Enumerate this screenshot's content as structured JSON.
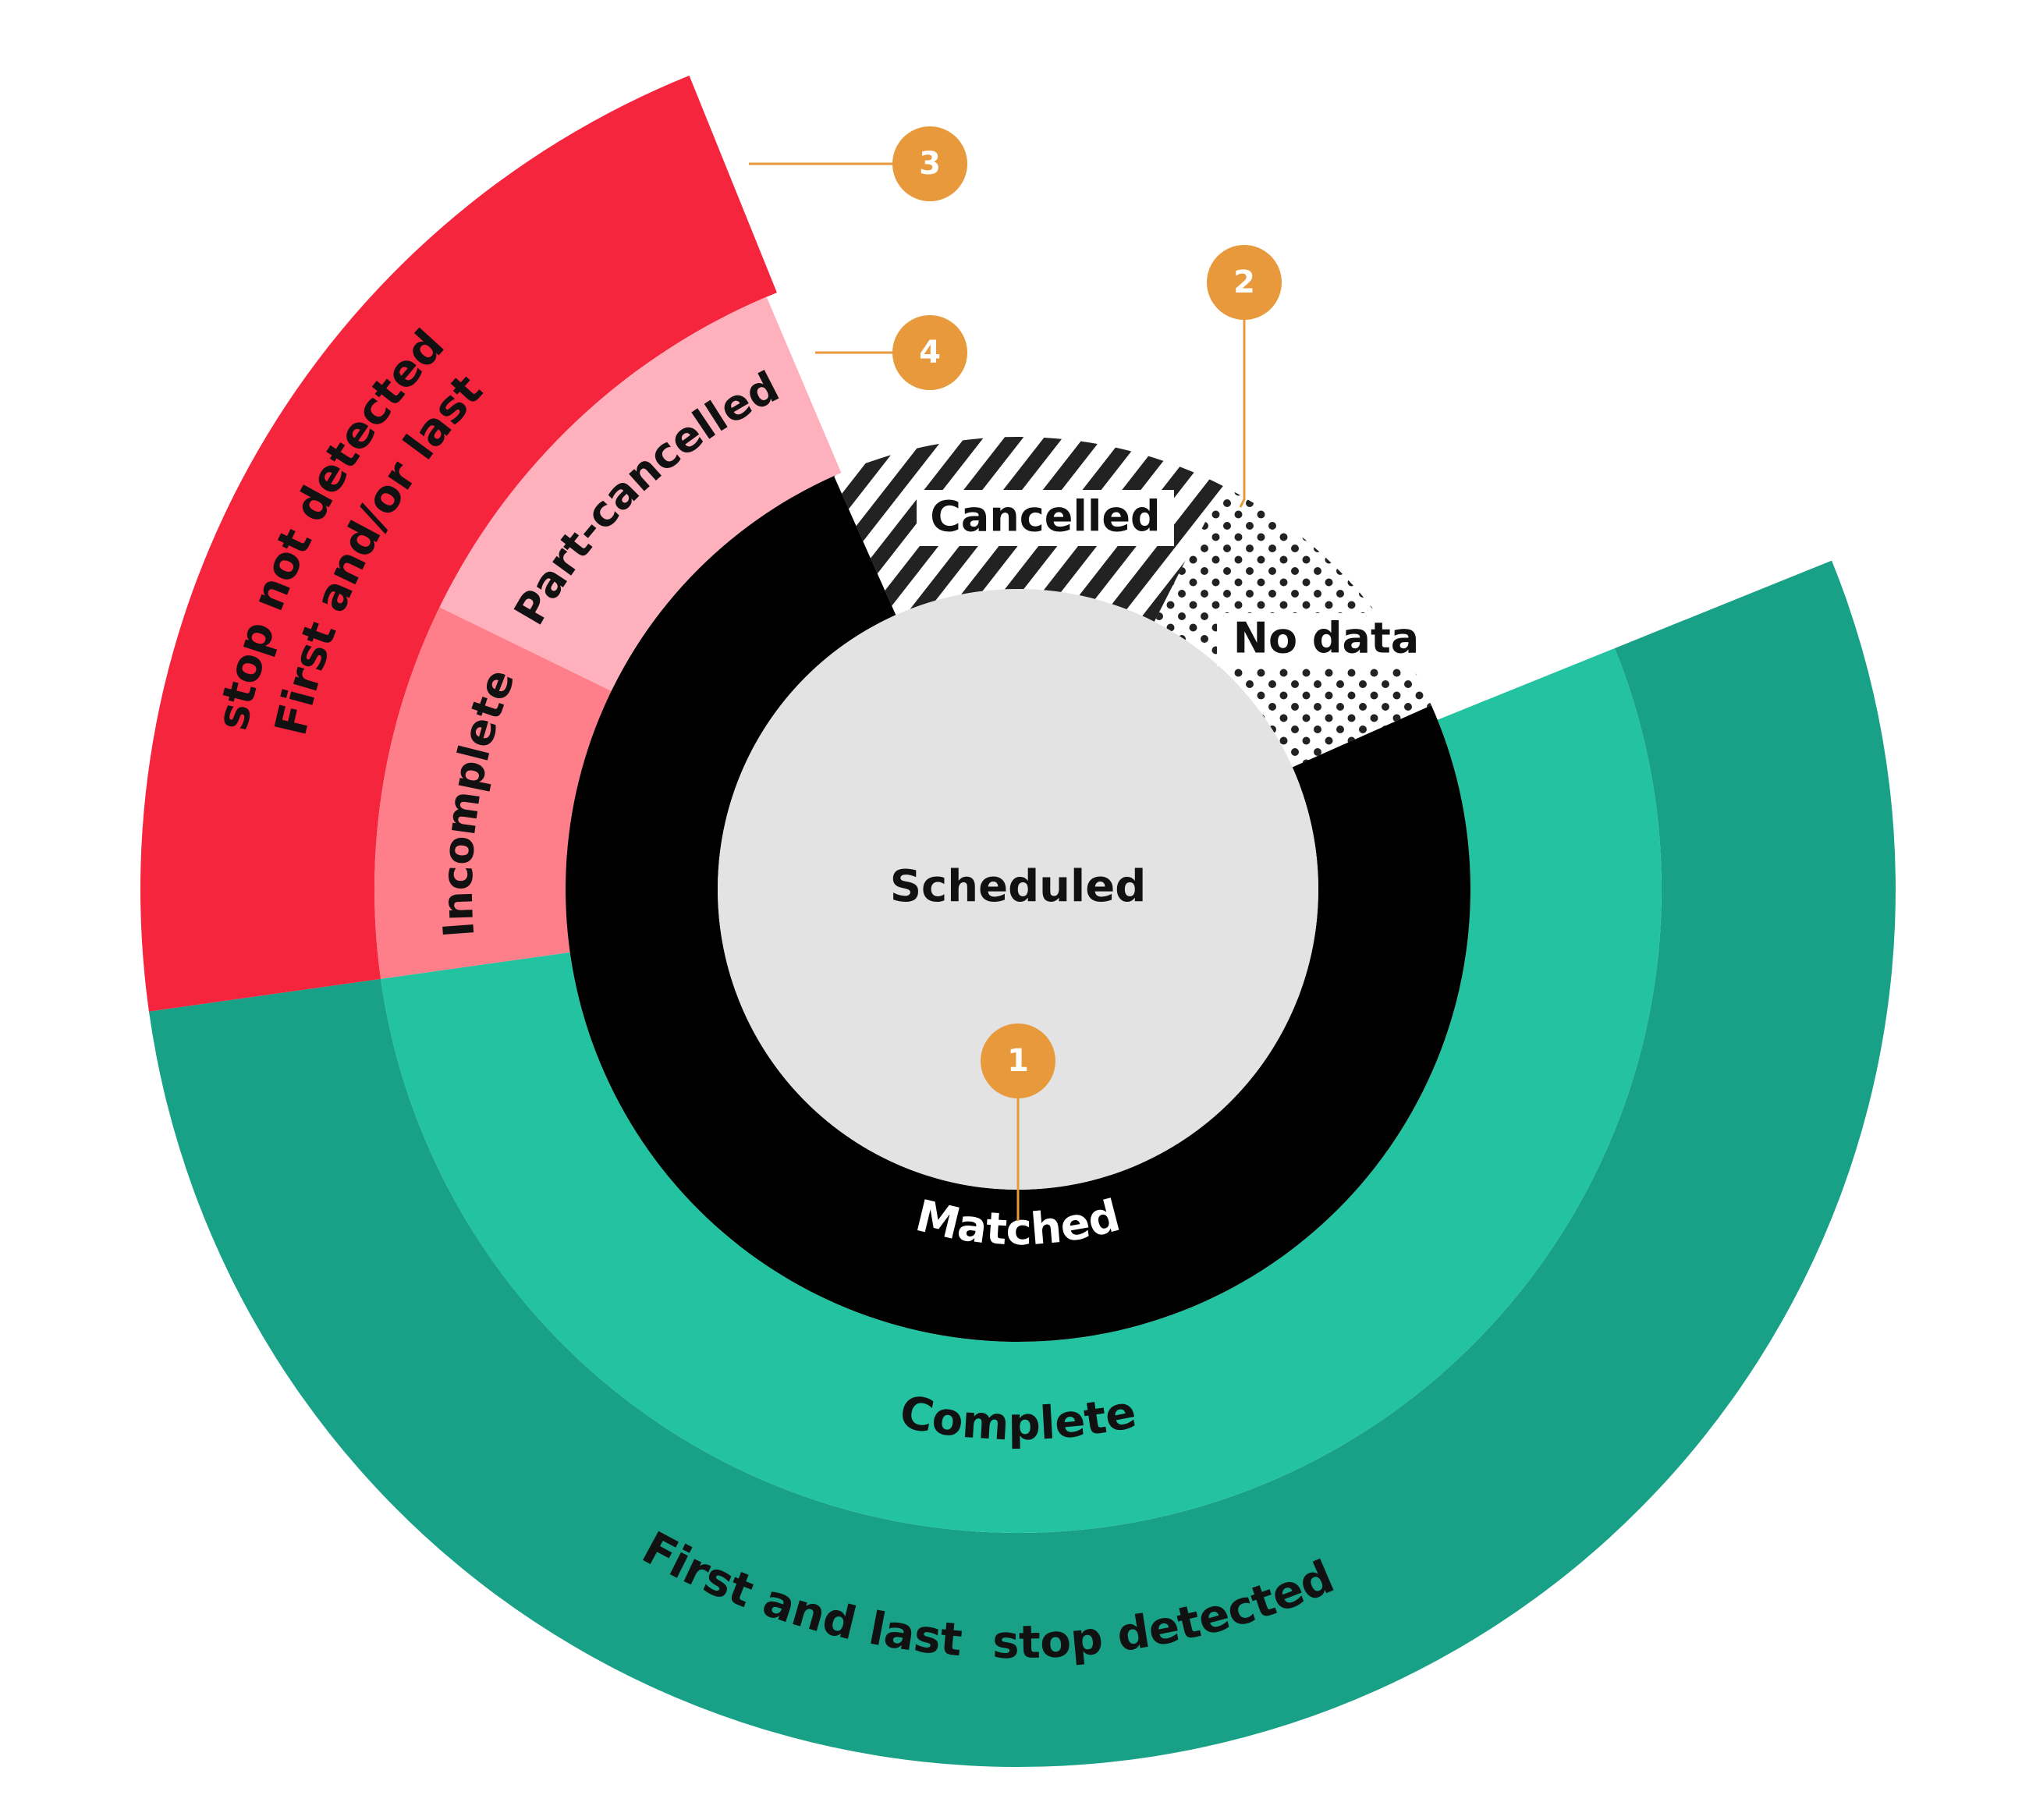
{
  "center": {
    "label": "Scheduled",
    "color": "#e3e3e3"
  },
  "ring1": {
    "segments": [
      {
        "key": "matched",
        "label": "Matched",
        "color": "#000000",
        "text_color": "#ffffff"
      },
      {
        "key": "cancelled",
        "label": "Cancelled",
        "pattern": "diagonal-stripes"
      },
      {
        "key": "no_data",
        "label": "No data",
        "pattern": "dots"
      }
    ]
  },
  "ring2": {
    "segments": [
      {
        "key": "complete",
        "label": "Complete",
        "color": "#23c3a1"
      },
      {
        "key": "incomplete",
        "label": "Incomplete",
        "color": "#fe7f8a"
      },
      {
        "key": "part_cancelled",
        "label": "Part-cancelled",
        "color": "#feb1bd"
      }
    ]
  },
  "ring3": {
    "segments": [
      {
        "key": "first_last_detected",
        "label": "First and last  stop detected",
        "color": "#18a187"
      },
      {
        "key": "not_detected",
        "label_lines": [
          "First and/or last",
          "stop not detected"
        ],
        "color": "#f4253c"
      }
    ]
  },
  "markers": [
    {
      "number": "1",
      "points_to": "Matched"
    },
    {
      "number": "2",
      "points_to": "Cancelled / No data"
    },
    {
      "number": "3",
      "points_to": "First and/or last stop not detected"
    },
    {
      "number": "4",
      "points_to": "Part-cancelled"
    }
  ],
  "marker_color": "#e8993b"
}
